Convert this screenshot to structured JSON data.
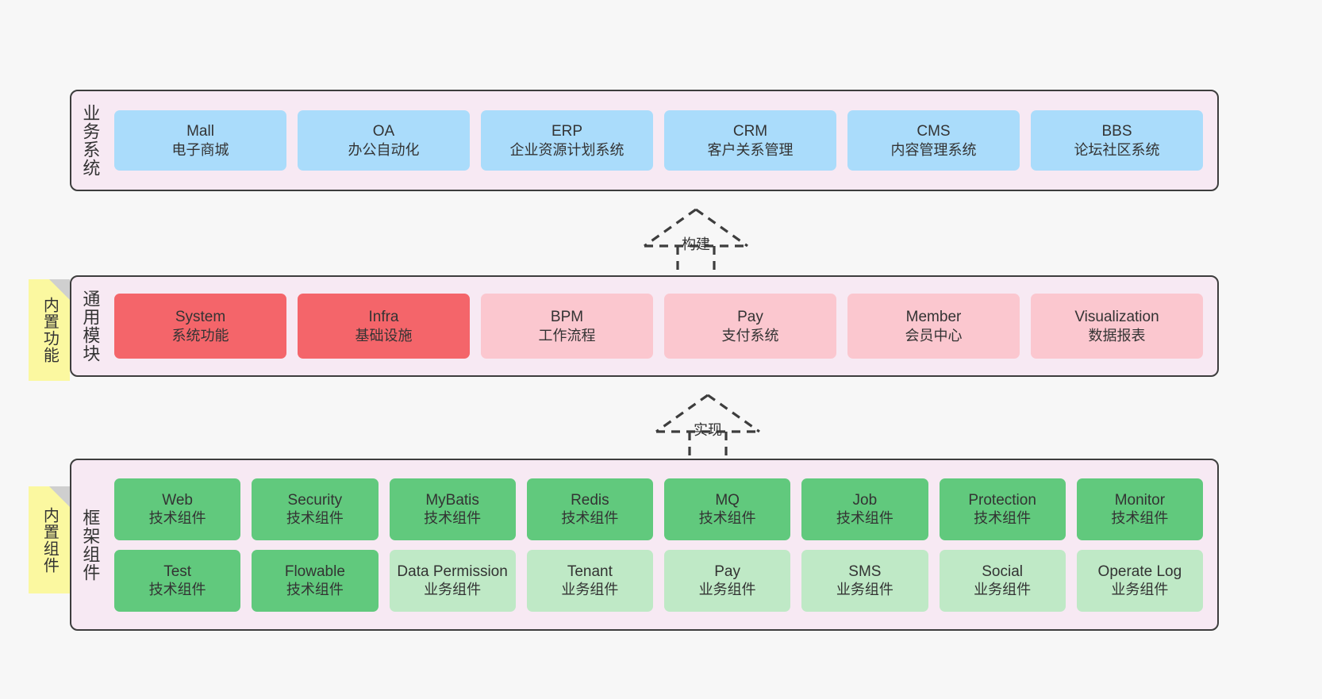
{
  "theme": {
    "page_bg": "#f7f7f7",
    "panel_bg": "#f7e9f3",
    "panel_border": "#3d3d3d",
    "note_bg": "#fbf8a0",
    "note_fold": "#cfcfcf",
    "color_business": "#aadcfb",
    "color_module_core": "#f4656a",
    "color_module_light": "#fbc7cf",
    "color_framework_tech": "#61c97d",
    "color_framework_biz": "#bfe9c6",
    "text": "#333333"
  },
  "layers": {
    "business": {
      "caption": "业务系统",
      "cards": [
        {
          "en": "Mall",
          "cn": "电子商城"
        },
        {
          "en": "OA",
          "cn": "办公自动化"
        },
        {
          "en": "ERP",
          "cn": "企业资源计划系统"
        },
        {
          "en": "CRM",
          "cn": "客户关系管理"
        },
        {
          "en": "CMS",
          "cn": "内容管理系统"
        },
        {
          "en": "BBS",
          "cn": "论坛社区系统"
        }
      ]
    },
    "modules": {
      "caption": "通用模块",
      "note": "内置功能",
      "cards": [
        {
          "en": "System",
          "cn": "系统功能"
        },
        {
          "en": "Infra",
          "cn": "基础设施"
        },
        {
          "en": "BPM",
          "cn": "工作流程"
        },
        {
          "en": "Pay",
          "cn": "支付系统"
        },
        {
          "en": "Member",
          "cn": "会员中心"
        },
        {
          "en": "Visualization",
          "cn": "数据报表"
        }
      ]
    },
    "framework": {
      "caption": "框架组件",
      "note": "内置组件",
      "row1": [
        {
          "en": "Web",
          "cn": "技术组件"
        },
        {
          "en": "Security",
          "cn": "技术组件"
        },
        {
          "en": "MyBatis",
          "cn": "技术组件"
        },
        {
          "en": "Redis",
          "cn": "技术组件"
        },
        {
          "en": "MQ",
          "cn": "技术组件"
        },
        {
          "en": "Job",
          "cn": "技术组件"
        },
        {
          "en": "Protection",
          "cn": "技术组件"
        },
        {
          "en": "Monitor",
          "cn": "技术组件"
        }
      ],
      "row2": [
        {
          "en": "Test",
          "cn": "技术组件"
        },
        {
          "en": "Flowable",
          "cn": "技术组件"
        },
        {
          "en": "Data Permission",
          "cn": "业务组件"
        },
        {
          "en": "Tenant",
          "cn": "业务组件"
        },
        {
          "en": "Pay",
          "cn": "业务组件"
        },
        {
          "en": "SMS",
          "cn": "业务组件"
        },
        {
          "en": "Social",
          "cn": "业务组件"
        },
        {
          "en": "Operate Log",
          "cn": "业务组件"
        }
      ]
    }
  },
  "connectors": {
    "build": "构建",
    "implement": "实现"
  }
}
